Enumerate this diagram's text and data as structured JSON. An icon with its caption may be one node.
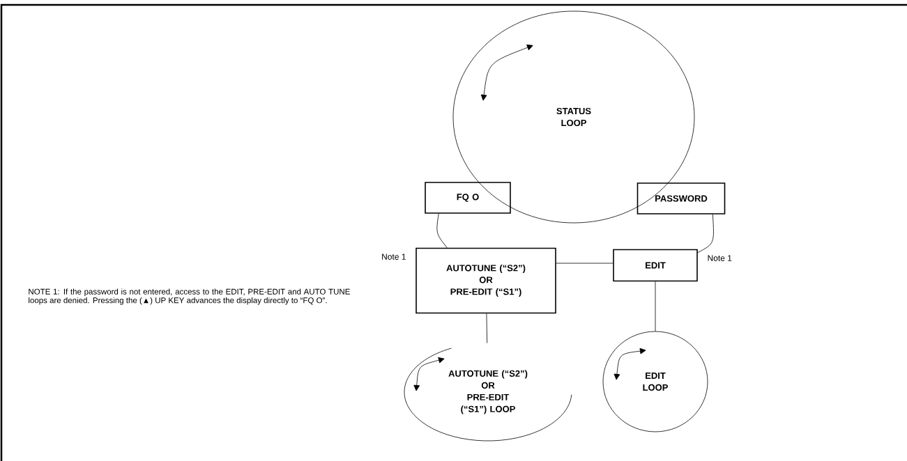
{
  "diagram": {
    "nodes": [
      {
        "text": [
          "STATUS LOOP"
        ]
      },
      {
        "text": [
          "FQ O"
        ]
      },
      {
        "text": [
          "PASSWORD"
        ]
      },
      {
        "text": [
          "AUTOTUNE (“S2”)",
          "OR",
          "PRE-EDIT (“S1”)"
        ],
        "beside": [
          "Note 1"
        ]
      },
      {
        "text": [
          "EDIT"
        ],
        "beside": [
          "Note 1"
        ]
      },
      {
        "text": [
          "AUTOTUNE (“S2”)",
          "OR",
          "PRE-EDIT (“S1”) LOOP"
        ]
      },
      {
        "text": [
          "EDIT LOOP"
        ]
      }
    ],
    "edges": [
      {
        "from": 1,
        "to": 3,
        "arrow": "none"
      },
      {
        "from": 2,
        "to": 4,
        "arrow": "none"
      },
      {
        "from": 3,
        "to": 4,
        "arrow": "none"
      },
      {
        "from": 3,
        "to": 5,
        "arrow": "none"
      },
      {
        "from": 4,
        "to": 6,
        "arrow": "none"
      }
    ],
    "labels": [
      "NOTE 1: If the password is not entered, access to the EDIT, PRE-EDIT and AUTO TUNE loops are denied. Pressing the (▲) UP KEY advances the display directly to “FQ O”."
    ]
  }
}
